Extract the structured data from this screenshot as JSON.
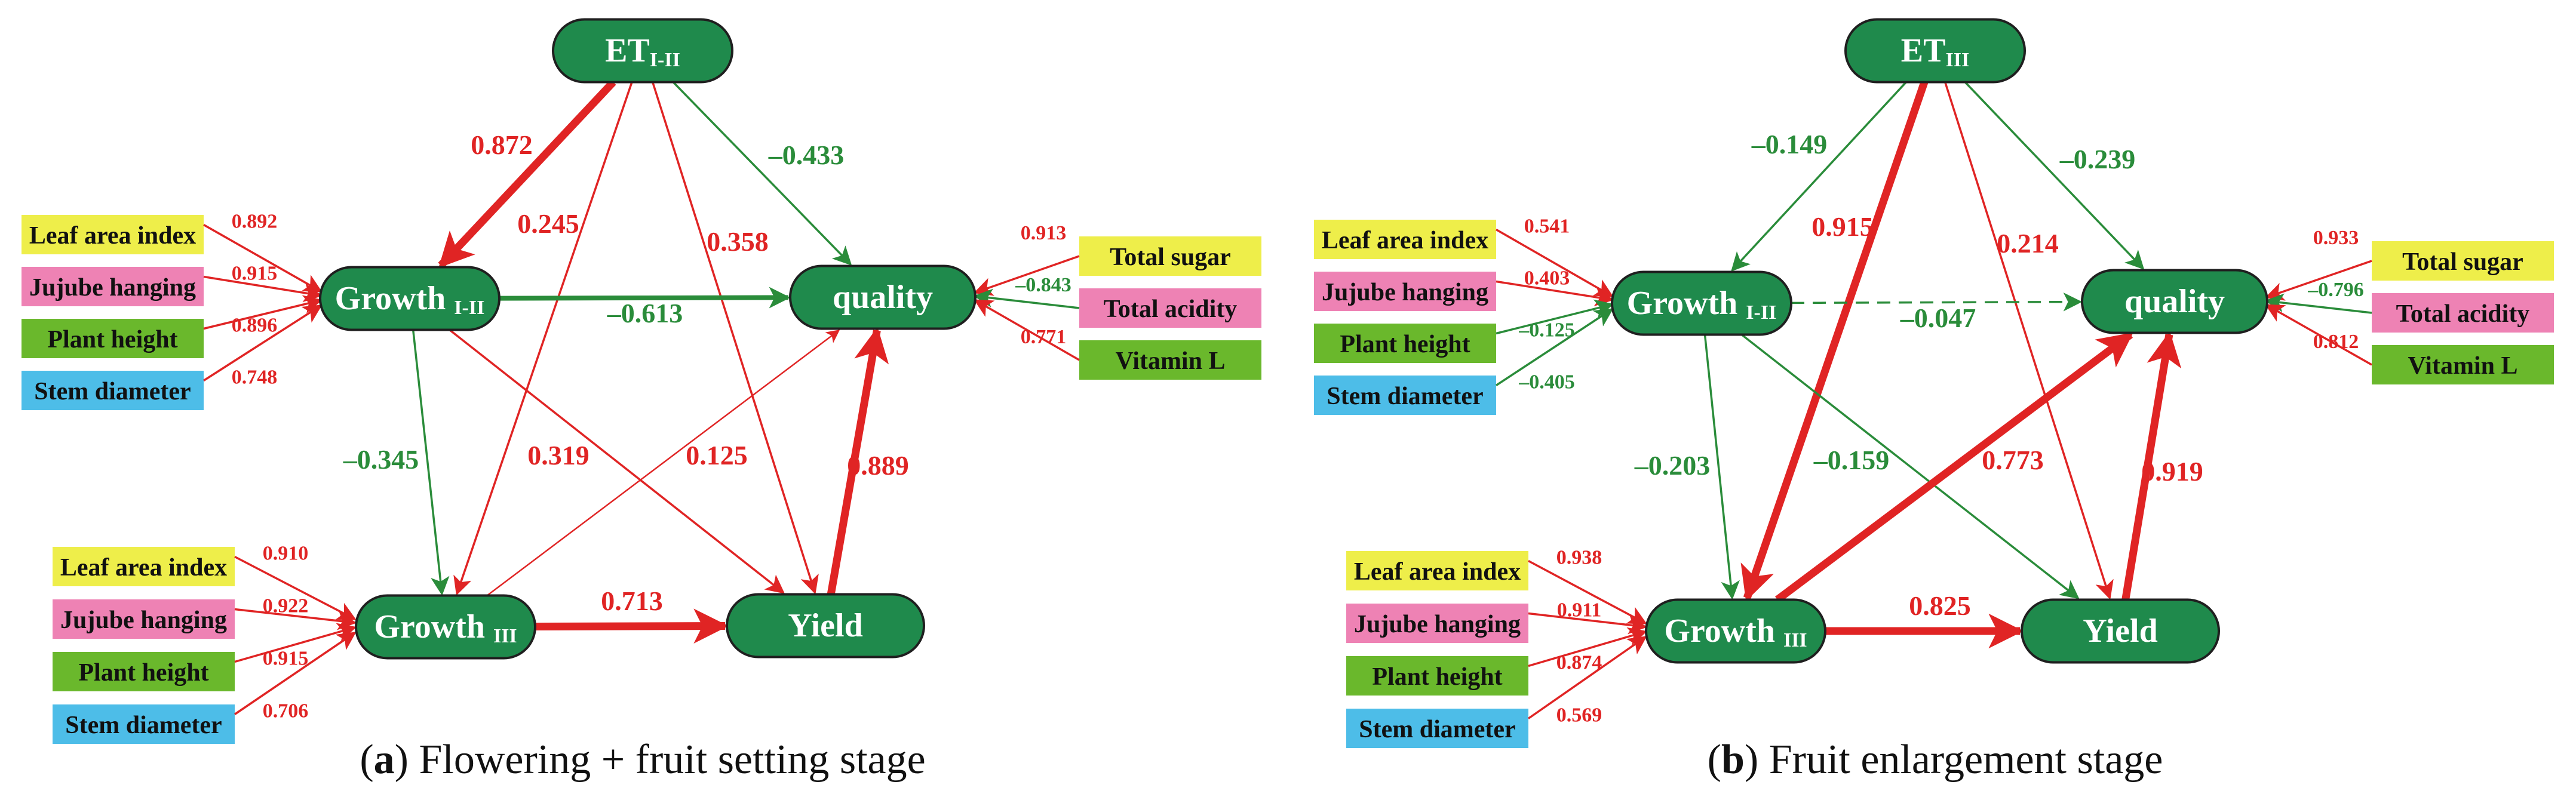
{
  "colors": {
    "node_fill": "#1f8a4c",
    "positive": "#e02424",
    "negative": "#2a8c3a",
    "indicator_yellow": "#eeee4a",
    "indicator_pink": "#ee82b4",
    "indicator_green": "#6ab82c",
    "indicator_blue": "#4dbde8"
  },
  "panels": [
    {
      "id": "a",
      "caption_letter": "a",
      "caption_text": " Flowering + fruit setting stage",
      "nodes": {
        "et": {
          "label": "ET",
          "sub": "I-II"
        },
        "growth1": {
          "label": "Growth ",
          "sub": "I-II"
        },
        "quality": {
          "label": "quality",
          "sub": ""
        },
        "growth3": {
          "label": "Growth ",
          "sub": "III"
        },
        "yield": {
          "label": "Yield",
          "sub": ""
        }
      },
      "indicators": [
        {
          "group": "g1",
          "label": "Leaf area index",
          "color": "yellow",
          "value": "0.892"
        },
        {
          "group": "g1",
          "label": "Jujube hanging",
          "color": "pink",
          "value": "0.915"
        },
        {
          "group": "g1",
          "label": "Plant height",
          "color": "green",
          "value": "0.896"
        },
        {
          "group": "g1",
          "label": "Stem diameter",
          "color": "blue",
          "value": "0.748"
        },
        {
          "group": "g3",
          "label": "Leaf area index",
          "color": "yellow",
          "value": "0.910"
        },
        {
          "group": "g3",
          "label": "Jujube hanging",
          "color": "pink",
          "value": "0.922"
        },
        {
          "group": "g3",
          "label": "Plant height",
          "color": "green",
          "value": "0.915"
        },
        {
          "group": "g3",
          "label": "Stem diameter",
          "color": "blue",
          "value": "0.706"
        },
        {
          "group": "q",
          "label": "Total sugar",
          "color": "yellow",
          "value": "0.913"
        },
        {
          "group": "q",
          "label": "Total acidity",
          "color": "pink",
          "value": "–0.843"
        },
        {
          "group": "q",
          "label": "Vitamin L",
          "color": "green",
          "value": "0.771"
        }
      ],
      "paths": [
        {
          "from": "et",
          "to": "growth1",
          "value": "0.872",
          "sign": "pos",
          "weight": "thick",
          "style": "solid"
        },
        {
          "from": "et",
          "to": "quality",
          "value": "–0.433",
          "sign": "neg",
          "weight": "thin",
          "style": "solid"
        },
        {
          "from": "et",
          "to": "growth3",
          "value": "0.245",
          "sign": "pos",
          "weight": "thin",
          "style": "solid"
        },
        {
          "from": "et",
          "to": "yield",
          "value": "0.358",
          "sign": "pos",
          "weight": "thin",
          "style": "solid"
        },
        {
          "from": "growth1",
          "to": "quality",
          "value": "–0.613",
          "sign": "neg",
          "weight": "medium",
          "style": "solid"
        },
        {
          "from": "growth1",
          "to": "growth3",
          "value": "–0.345",
          "sign": "neg",
          "weight": "thin",
          "style": "solid"
        },
        {
          "from": "growth1",
          "to": "yield",
          "value": "0.319",
          "sign": "pos",
          "weight": "thin",
          "style": "solid"
        },
        {
          "from": "growth3",
          "to": "quality",
          "value": "0.125",
          "sign": "pos",
          "weight": "hair",
          "style": "solid"
        },
        {
          "from": "growth3",
          "to": "yield",
          "value": "0.713",
          "sign": "pos",
          "weight": "thick",
          "style": "solid"
        },
        {
          "from": "yield",
          "to": "quality",
          "value": "0.889",
          "sign": "pos",
          "weight": "thick",
          "style": "solid"
        }
      ]
    },
    {
      "id": "b",
      "caption_letter": "b",
      "caption_text": " Fruit enlargement stage",
      "nodes": {
        "et": {
          "label": "ET",
          "sub": "III"
        },
        "growth1": {
          "label": "Growth ",
          "sub": "I-II"
        },
        "quality": {
          "label": "quality",
          "sub": ""
        },
        "growth3": {
          "label": "Growth ",
          "sub": "III"
        },
        "yield": {
          "label": "Yield",
          "sub": ""
        }
      },
      "indicators": [
        {
          "group": "g1",
          "label": "Leaf area index",
          "color": "yellow",
          "value": "0.541"
        },
        {
          "group": "g1",
          "label": "Jujube hanging",
          "color": "pink",
          "value": "0.403"
        },
        {
          "group": "g1",
          "label": "Plant height",
          "color": "green",
          "value": "–0.125"
        },
        {
          "group": "g1",
          "label": "Stem diameter",
          "color": "blue",
          "value": "–0.405"
        },
        {
          "group": "g3",
          "label": "Leaf area index",
          "color": "yellow",
          "value": "0.938"
        },
        {
          "group": "g3",
          "label": "Jujube hanging",
          "color": "pink",
          "value": "0.911"
        },
        {
          "group": "g3",
          "label": "Plant height",
          "color": "green",
          "value": "0.874"
        },
        {
          "group": "g3",
          "label": "Stem diameter",
          "color": "blue",
          "value": "0.569"
        },
        {
          "group": "q",
          "label": "Total sugar",
          "color": "yellow",
          "value": "0.933"
        },
        {
          "group": "q",
          "label": "Total acidity",
          "color": "pink",
          "value": "–0.796"
        },
        {
          "group": "q",
          "label": "Vitamin L",
          "color": "green",
          "value": "0.812"
        }
      ],
      "paths": [
        {
          "from": "et",
          "to": "growth1",
          "value": "–0.149",
          "sign": "neg",
          "weight": "thin",
          "style": "solid"
        },
        {
          "from": "et",
          "to": "quality",
          "value": "–0.239",
          "sign": "neg",
          "weight": "thin",
          "style": "solid"
        },
        {
          "from": "et",
          "to": "growth3",
          "value": "0.915",
          "sign": "pos",
          "weight": "thick",
          "style": "solid"
        },
        {
          "from": "et",
          "to": "yield",
          "value": "0.214",
          "sign": "pos",
          "weight": "thin",
          "style": "solid"
        },
        {
          "from": "growth1",
          "to": "quality",
          "value": "–0.047",
          "sign": "neg",
          "weight": "thin",
          "style": "dashed"
        },
        {
          "from": "growth1",
          "to": "growth3",
          "value": "–0.203",
          "sign": "neg",
          "weight": "thin",
          "style": "solid"
        },
        {
          "from": "growth1",
          "to": "yield",
          "value": "–0.159",
          "sign": "neg",
          "weight": "thin",
          "style": "solid"
        },
        {
          "from": "growth3",
          "to": "quality",
          "value": "0.773",
          "sign": "pos",
          "weight": "thick",
          "style": "solid"
        },
        {
          "from": "growth3",
          "to": "yield",
          "value": "0.825",
          "sign": "pos",
          "weight": "thick",
          "style": "solid"
        },
        {
          "from": "yield",
          "to": "quality",
          "value": "0.919",
          "sign": "pos",
          "weight": "thick",
          "style": "solid"
        }
      ]
    }
  ]
}
